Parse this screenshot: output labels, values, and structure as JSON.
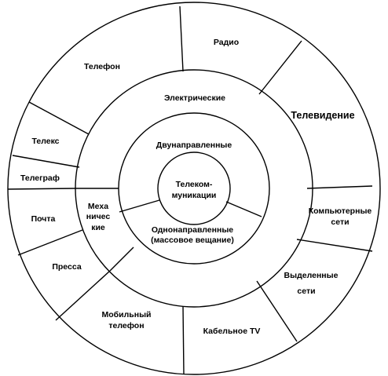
{
  "center": {
    "line1": "Телеком-",
    "line2": "муникации"
  },
  "middle": {
    "top": "Двунаправленные",
    "bottom_line1": "Однонаправленные",
    "bottom_line2": "(массовое вещание)"
  },
  "inner_ring": {
    "top": "Электрические",
    "left_line1": "Меха",
    "left_line2": "ничес",
    "left_line3": "кие"
  },
  "outer": {
    "radio": "Радио",
    "telephone": "Телефон",
    "television": "Телевидение",
    "telex": "Телекс",
    "telegraph": "Телеграф",
    "mail": "Почта",
    "press": "Пресса",
    "mobile_line1": "Мобильный",
    "mobile_line2": "телефон",
    "cable_tv": "Кабельное TV",
    "networks_line1": "Компьютерные",
    "networks_line2": "сети",
    "dedicated_line1": "Выделенные",
    "dedicated_line2": "сети"
  }
}
